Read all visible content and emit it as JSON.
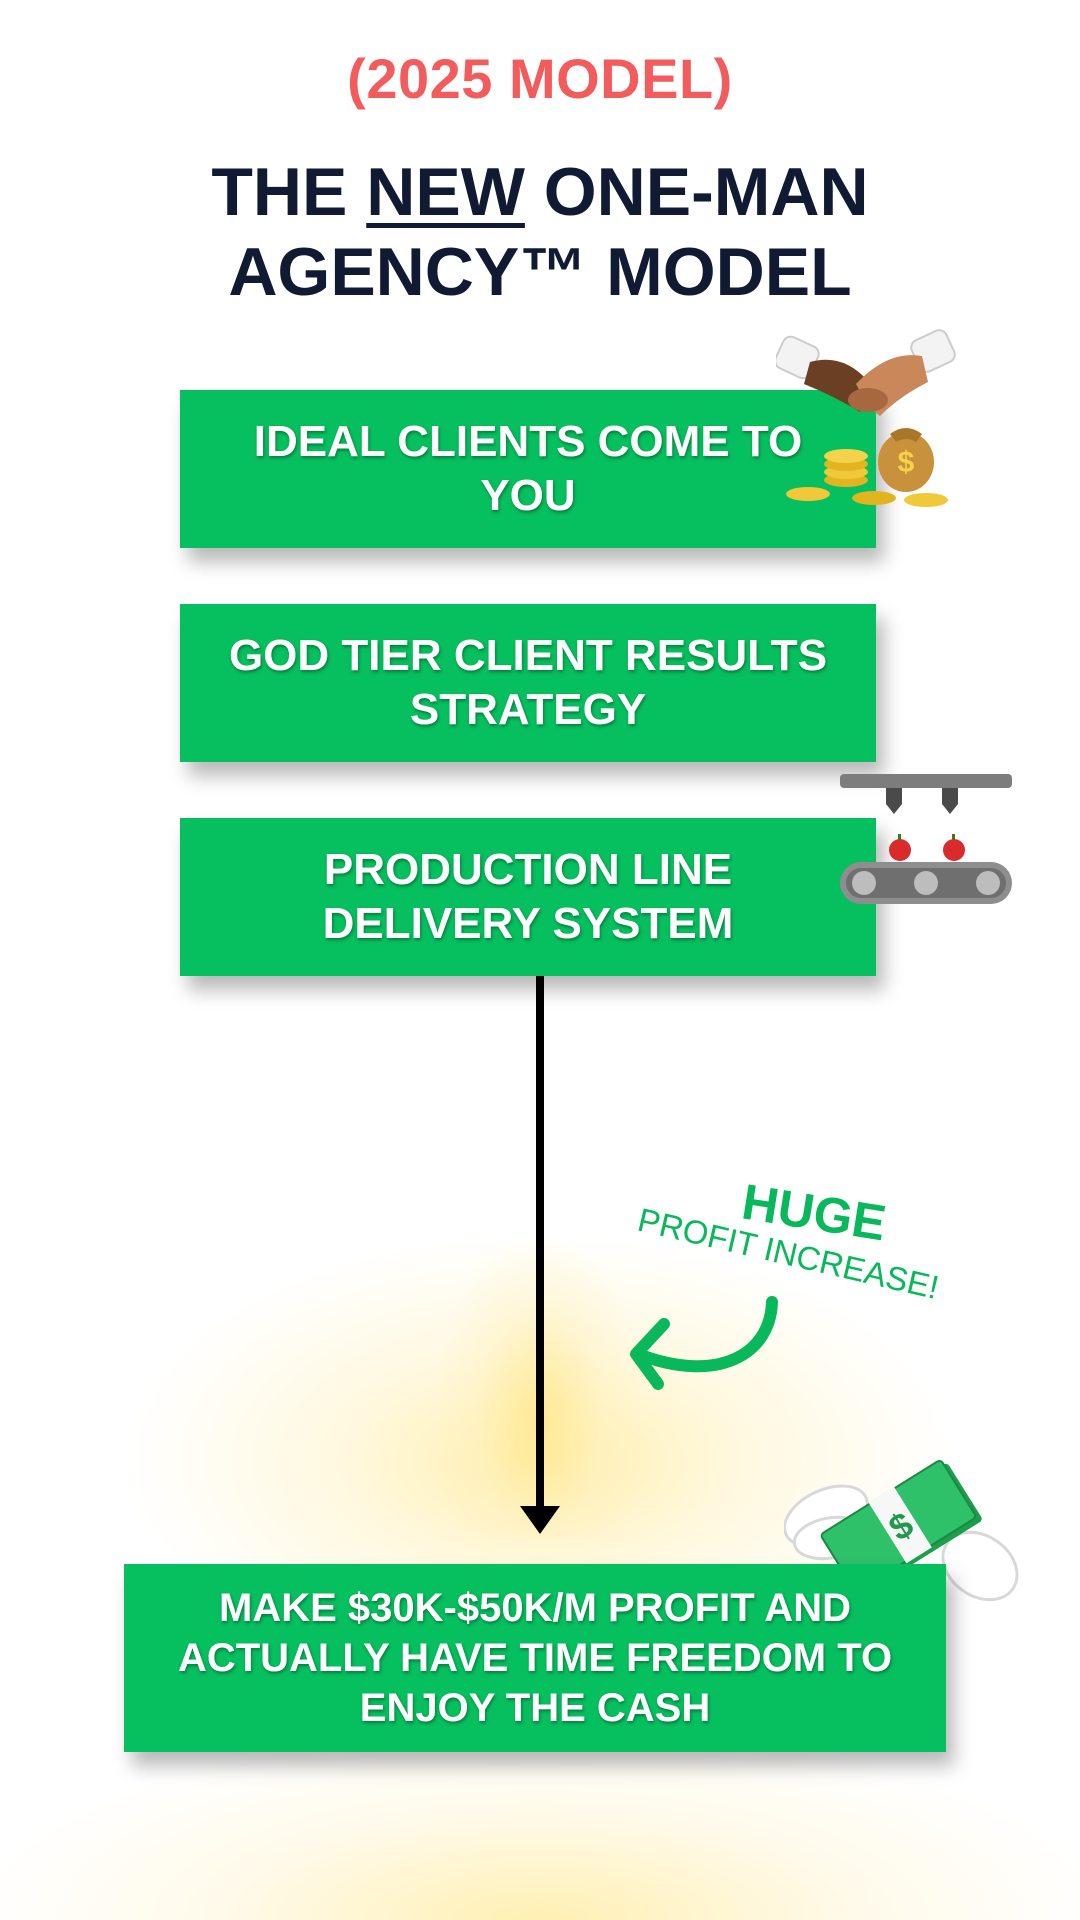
{
  "header": {
    "subtitle": "(2025 MODEL)",
    "title_pre": "THE ",
    "title_emph": "NEW",
    "title_post": " ONE-MAN",
    "title_line2": "AGENCY™ MODEL"
  },
  "steps": [
    {
      "label": "IDEAL CLIENTS COME TO YOU",
      "icon": "handshake-money-icon"
    },
    {
      "label": "GOD TIER CLIENT RESULTS STRATEGY"
    },
    {
      "label": "PRODUCTION LINE DELIVERY SYSTEM",
      "icon": "conveyor-belt-icon"
    }
  ],
  "result": {
    "label": "MAKE $30K-$50K/M PROFIT AND ACTUALLY HAVE TIME FREEDOM TO ENJOY THE CASH",
    "icon": "flying-money-icon"
  },
  "annotation": {
    "line1": "HUGE",
    "line2": "PROFIT INCREASE!"
  },
  "colors": {
    "accent_red": "#f25c5c",
    "title_navy": "#111a33",
    "box_green": "#06bf5e",
    "arrow_black": "#000000"
  }
}
